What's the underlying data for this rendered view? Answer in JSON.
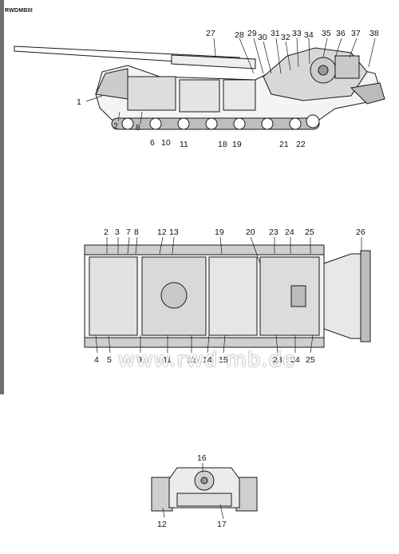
{
  "header": "RWDMBIII",
  "watermark": "www.rwd-mb.de",
  "side_view": {
    "top_callouts": [
      "27",
      "28",
      "29",
      "30",
      "31",
      "32",
      "33",
      "34",
      "35",
      "36",
      "37",
      "38"
    ],
    "left_callouts": [
      "1",
      "2",
      "8"
    ],
    "bottom_callouts": [
      "6",
      "10",
      "11",
      "18",
      "19",
      "21",
      "22"
    ]
  },
  "plan_view": {
    "top_callouts": [
      "2",
      "3",
      "7",
      "8",
      "12",
      "13",
      "19",
      "20",
      "23",
      "24",
      "25",
      "26"
    ],
    "bottom_callouts": [
      "4",
      "5",
      "9",
      "11",
      "12",
      "14",
      "15",
      "23",
      "24",
      "25"
    ]
  },
  "front_view": {
    "top_callouts": [
      "16"
    ],
    "bottom_callouts": [
      "12",
      "17"
    ]
  },
  "colors": {
    "ink": "#1a1a1a",
    "paper": "#ffffff",
    "bar": "#6f6f6f"
  }
}
